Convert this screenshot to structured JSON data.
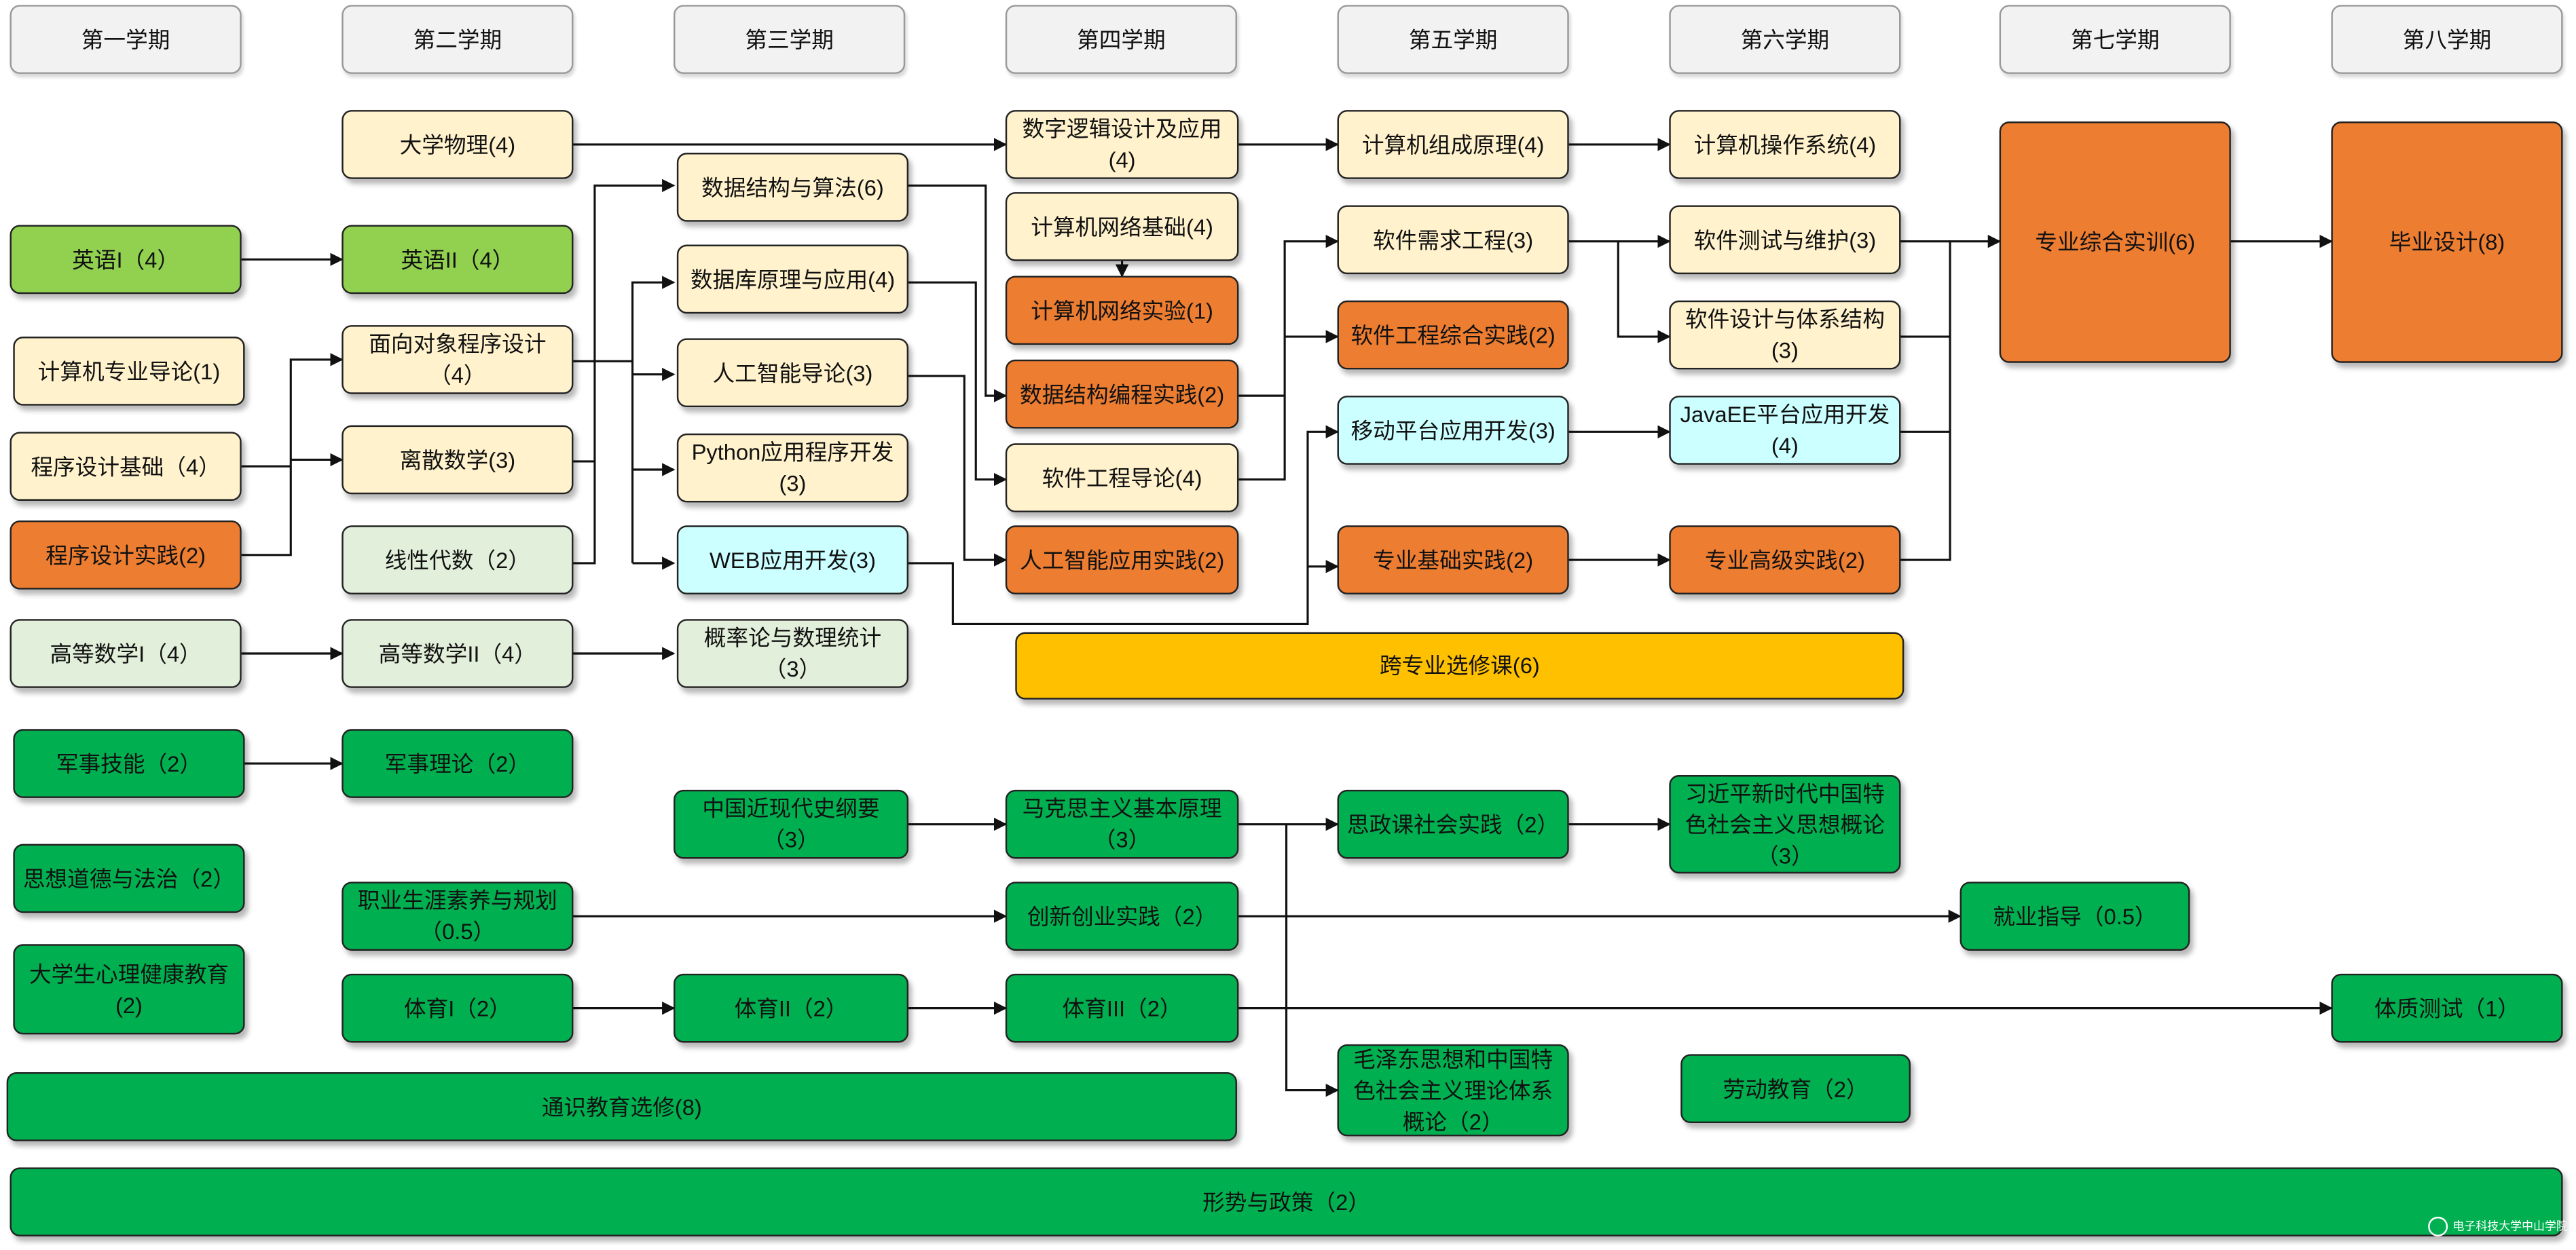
{
  "semesters": [
    "第一学期",
    "第二学期",
    "第三学期",
    "第四学期",
    "第五学期",
    "第六学期",
    "第七学期",
    "第八学期"
  ],
  "colors": {
    "cream": "#FFF2CC",
    "lime": "#92D050",
    "orange": "#ED7D31",
    "gray": "#E2EFDA",
    "cyan": "#CCFFFF",
    "green": "#00B050",
    "gold": "#FFC000"
  },
  "courses": {
    "physics": "大学物理(4)",
    "ds_algo": "数据结构与算法(6)",
    "digital_logic": "数字逻辑设计及应用(4)",
    "organization": "计算机组成原理(4)",
    "os": "计算机操作系统(4)",
    "comprehensive": "专业综合实训(6)",
    "graduation": "毕业设计(8)",
    "english1": "英语I（4）",
    "english2": "英语II（4）",
    "network": "计算机网络基础(4)",
    "network_lab": "计算机网络实验(1)",
    "database": "数据库原理与应用(4)",
    "requirements": "软件需求工程(3)",
    "testing": "软件测试与维护(3)",
    "se_practice": "软件工程综合实践(2)",
    "architecture": "软件设计与体系结构(3)",
    "intro_cs": "计算机专业导论(1)",
    "oop": "面向对象程序设计（4）",
    "ai_intro": "人工智能导论(3)",
    "ds_practice": "数据结构编程实践(2)",
    "mobile": "移动平台应用开发(3)",
    "javaee": "JavaEE平台应用开发(4)",
    "prog_basics": "程序设计基础（4）",
    "discrete": "离散数学(3)",
    "python": "Python应用程序开发(3)",
    "se_intro": "软件工程导论(4)",
    "prog_practice": "程序设计实践(2)",
    "linear": "线性代数（2）",
    "web": "WEB应用开发(3)",
    "ai_practice": "人工智能应用实践(2)",
    "basic_practice": "专业基础实践(2)",
    "advanced_practice": "专业高级实践(2)",
    "math1": "高等数学I（4）",
    "math2": "高等数学II（4）",
    "probability": "概率论与数理统计（3）",
    "cross_major": "跨专业选修课(6)",
    "military_skill": "军事技能（2）",
    "military_theory": "军事理论（2）",
    "modern_history": "中国近现代史纲要（3）",
    "marxism": "马克思主义基本原理（3）",
    "ideology_practice": "思政课社会实践（2）",
    "xi_thought": "习近平新时代中国特色社会主义思想概论（3）",
    "morality_law": "思想道德与法治（2）",
    "career": "职业生涯素养与规划（0.5）",
    "innovation": "创新创业实践（2）",
    "employment": "就业指导（0.5）",
    "mental_health": "大学生心理健康教育(2)",
    "pe1": "体育I（2）",
    "pe2": "体育II（2）",
    "pe3": "体育III（2）",
    "fitness": "体质测试（1）",
    "general_elective": "通识教育选修(8)",
    "mao_thought": "毛泽东思想和中国特色社会主义理论体系概论（2）",
    "labor": "劳动教育（2）",
    "policy": "形势与政策（2）"
  },
  "watermark": "电子科技大学中山学院"
}
